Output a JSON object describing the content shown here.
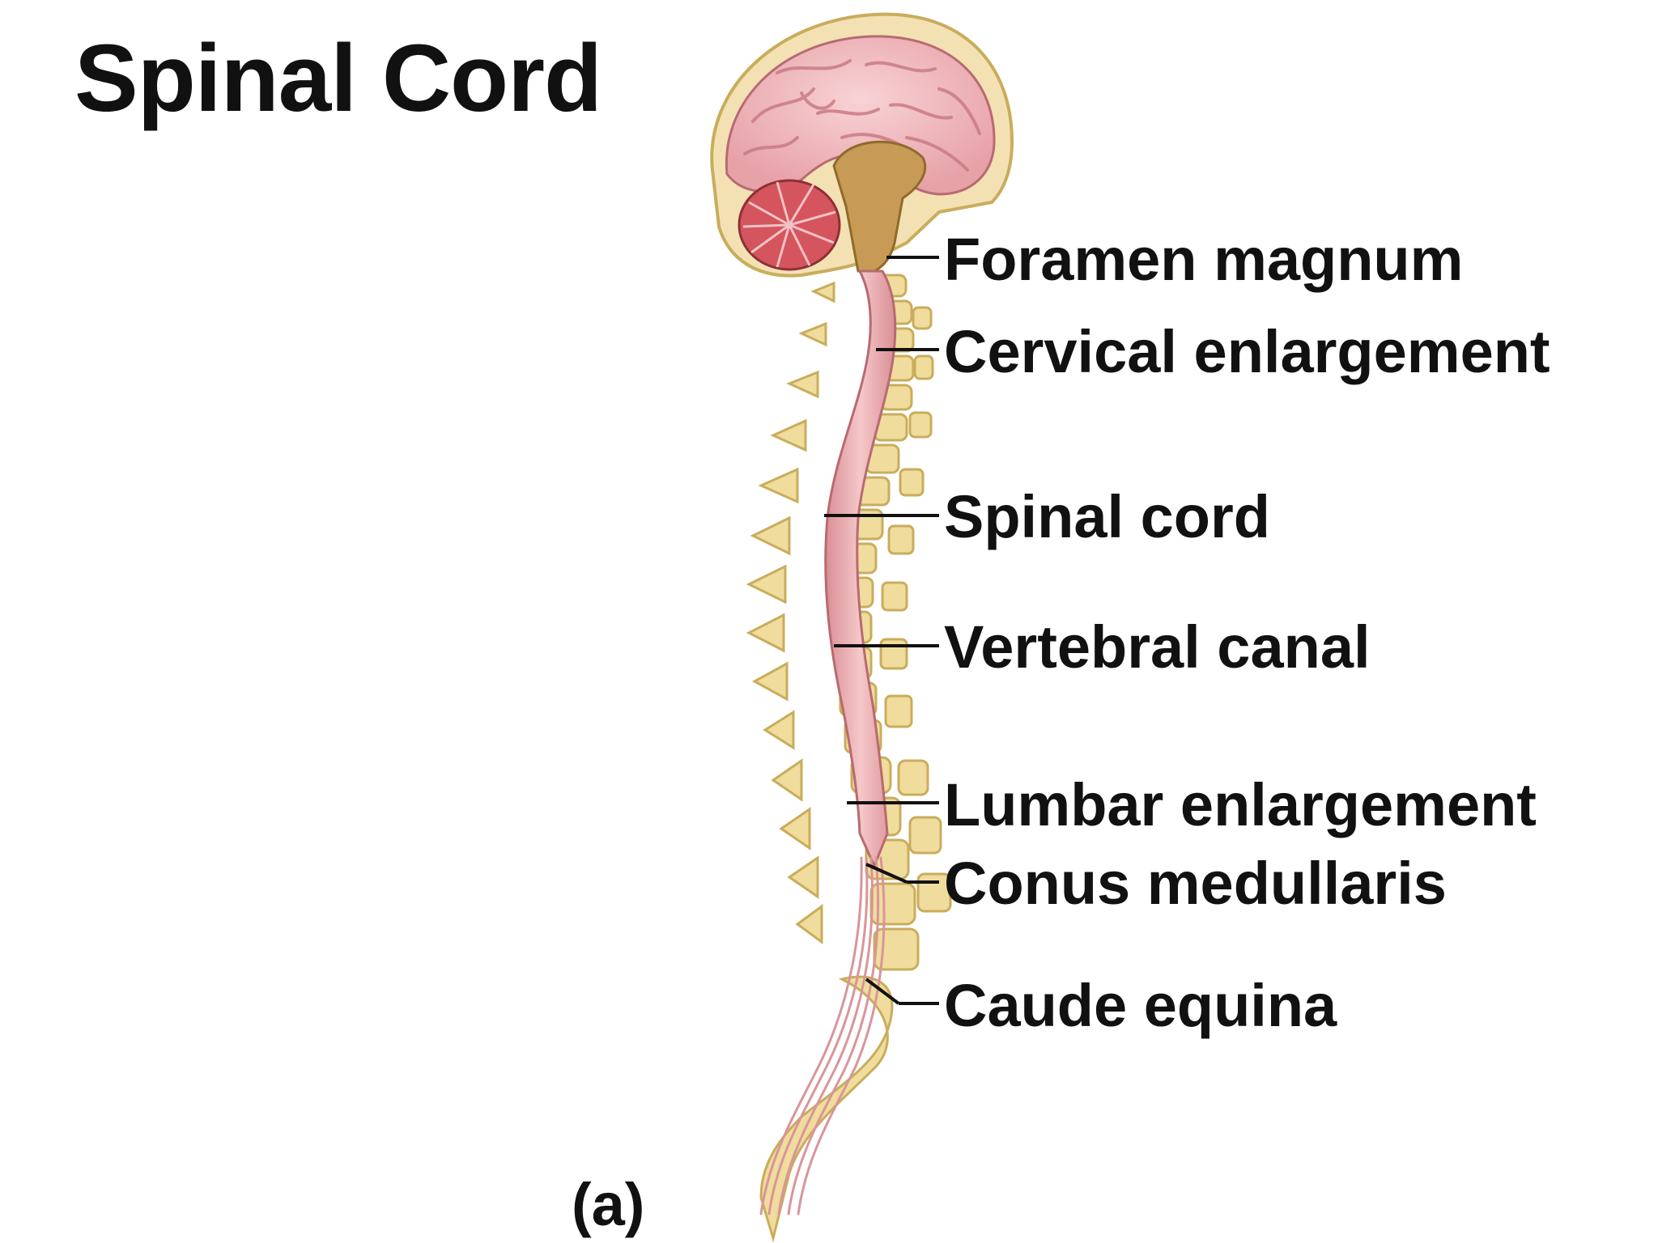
{
  "title": "Spinal Cord",
  "panel_label": "(a)",
  "labels": [
    {
      "id": "foramen-magnum",
      "text": "Foramen magnum"
    },
    {
      "id": "cervical-enlargement",
      "text": "Cervical enlargement"
    },
    {
      "id": "spinal-cord",
      "text": "Spinal cord"
    },
    {
      "id": "vertebral-canal",
      "text": "Vertebral canal"
    },
    {
      "id": "lumbar-enlargement",
      "text": "Lumbar enlargement"
    },
    {
      "id": "conus-medullaris",
      "text": "Conus medullaris"
    },
    {
      "id": "caude-equina",
      "text": "Caude equina"
    }
  ],
  "colors": {
    "brain": "#f2b8bd",
    "brain_fold": "#d9898f",
    "cerebellum": "#d4555d",
    "skull": "#f3e1b4",
    "bone": "#f0dc9c",
    "bone_edge": "#c9ad5c",
    "cord": "#efb5b7",
    "cord_edge": "#b76b70",
    "brainstem": "#c79b55",
    "leader": "#111111",
    "text": "#111111"
  }
}
